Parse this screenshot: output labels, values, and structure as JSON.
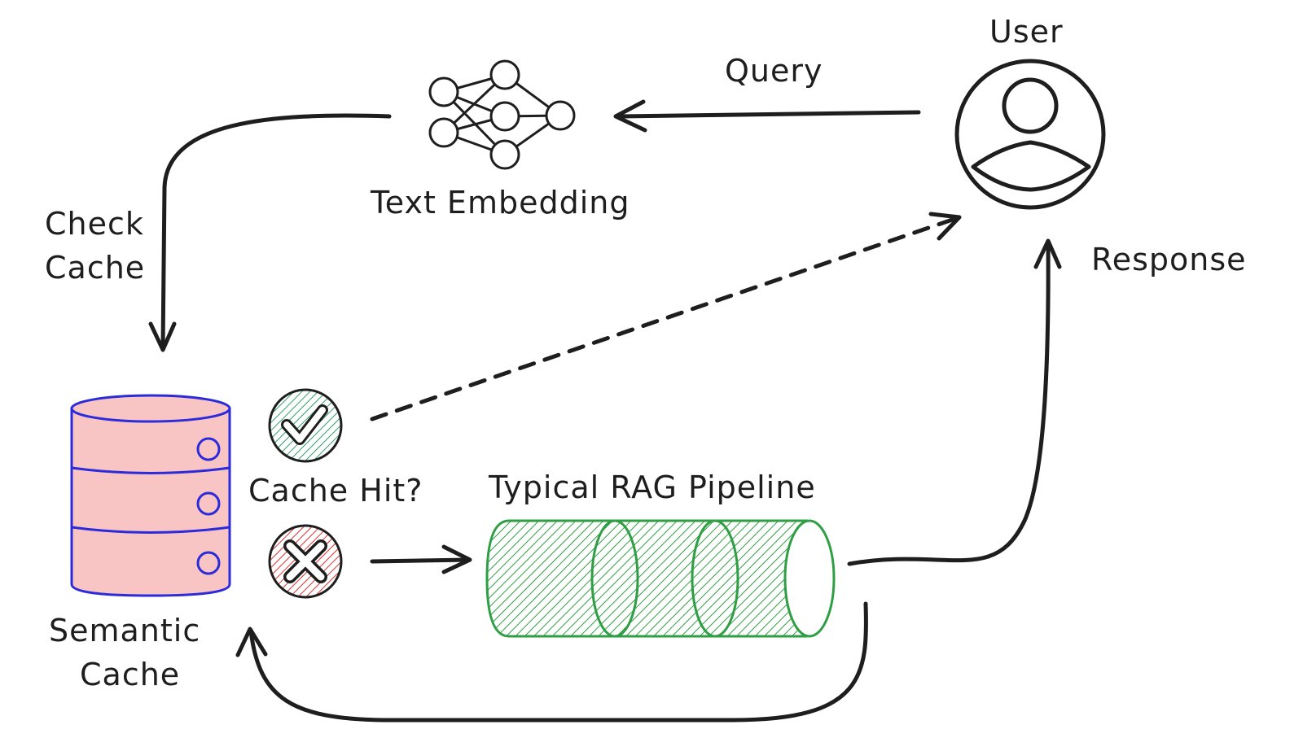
{
  "labels": {
    "user": "User",
    "query": "Query",
    "text_embedding": "Text Embedding",
    "check_cache_line1": "Check",
    "check_cache_line2": "Cache",
    "response": "Response",
    "cache_hit": "Cache Hit?",
    "rag_pipeline": "Typical RAG Pipeline",
    "semantic_cache_line1": "Semantic",
    "semantic_cache_line2": "Cache"
  },
  "colors": {
    "ink": "#1e1e1e",
    "cache_fill": "#f8c4c4",
    "cache_stroke": "#2b2bd9",
    "hit_green": "#2f9e6e",
    "miss_red": "#e03131",
    "pipeline_green": "#2f9e44"
  },
  "icons": {
    "user": "user-avatar-icon",
    "embedding": "neural-network-icon",
    "cache": "database-icon",
    "hit": "check-icon",
    "miss": "cross-icon",
    "pipeline": "pipeline-cylinder-icon"
  }
}
